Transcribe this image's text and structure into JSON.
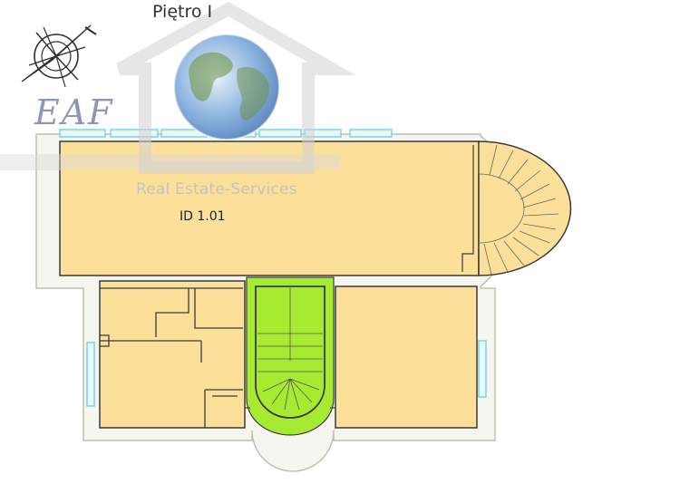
{
  "floor_label": "Piętro I",
  "brand": {
    "logo_text": "EAF",
    "tagline": "Real Estate-Services"
  },
  "room": {
    "id_label": "ID 1.01"
  },
  "colors": {
    "room_fill": "#fce09a",
    "room_wall": "#3a3a3a",
    "outer_wall_fill": "#f4f6ef",
    "outer_wall_edge": "#b9c2b3",
    "highlight_fill": "#a6eb32",
    "window": "#7fd3dd",
    "watermark": "#cfcfcf",
    "globe": "#6f9ed6"
  },
  "icons": {
    "compass": "compass-rose-icon",
    "house": "house-watermark-icon",
    "globe": "globe-icon"
  }
}
